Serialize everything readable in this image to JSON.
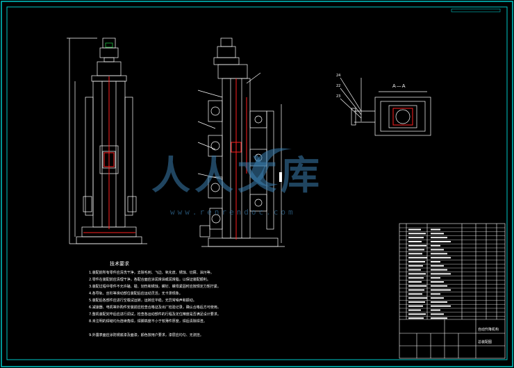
{
  "section_label": "A—A",
  "notes": {
    "title": "技术要求",
    "lines": [
      "1.装配前所有零件应清洗干净，去除毛刺、飞边、氧化皮、锈蚀、切屑、油污等。",
      "2.零件在装配前应清理干净，各配合面应涂润滑油或润滑脂，以保证装配顺利。",
      "3.装配过程中零件不允许磕、碰、划伤和锈蚀，螺钉、螺母紧固时应按规定力矩拧紧。",
      "4.各导轨、丝杠等滑动部位装配后应运动灵活，无卡滞现象。",
      "5.装配后各部件应进行空载试运转，运转应平稳，无异常噪声和振动。",
      "6.减速器、电机等外购件安装前应检查合格证及出厂检验记录，确认合格后方可使用。",
      "7.整机装配完毕后应进行调试，检查各运动部件的行程及定位精度是否满足设计要求。",
      "8.未注明的焊缝均为连续角焊，焊脚高度不小于较薄件厚度，焊后清除焊渣。",
      "9.外露表面应涂防锈底漆及面漆，颜色按用户要求，漆层应均匀、无流挂。"
    ]
  },
  "watermark": {
    "text": "人人文库",
    "url": "www.renrendoc.com"
  },
  "leaders": [
    "24",
    "22",
    "23"
  ],
  "title_block": {
    "drawing_title": "自动升降机构",
    "drawing_name": "总装配图"
  },
  "colors": {
    "background": "#000000",
    "frame": "#00c8c8",
    "line": "#ffffff",
    "red": "#ff2020",
    "blue_accent": "#3b7fb0"
  }
}
